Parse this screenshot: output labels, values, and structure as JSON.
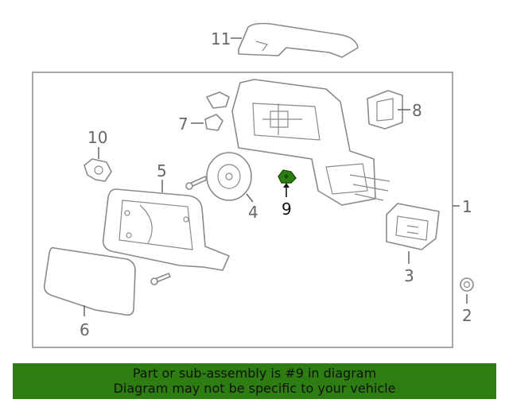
{
  "diagram": {
    "callouts": {
      "c1": "1",
      "c2": "2",
      "c3": "3",
      "c4": "4",
      "c5": "5",
      "c6": "6",
      "c7": "7",
      "c8": "8",
      "c9": "9",
      "c10": "10",
      "c11": "11"
    },
    "highlight_color": "#2e7d12"
  },
  "banner": {
    "line1": "Part or sub-assembly is #9 in diagram",
    "line2": "Diagram may not be specific to your vehicle",
    "background": "#2e7d12"
  }
}
